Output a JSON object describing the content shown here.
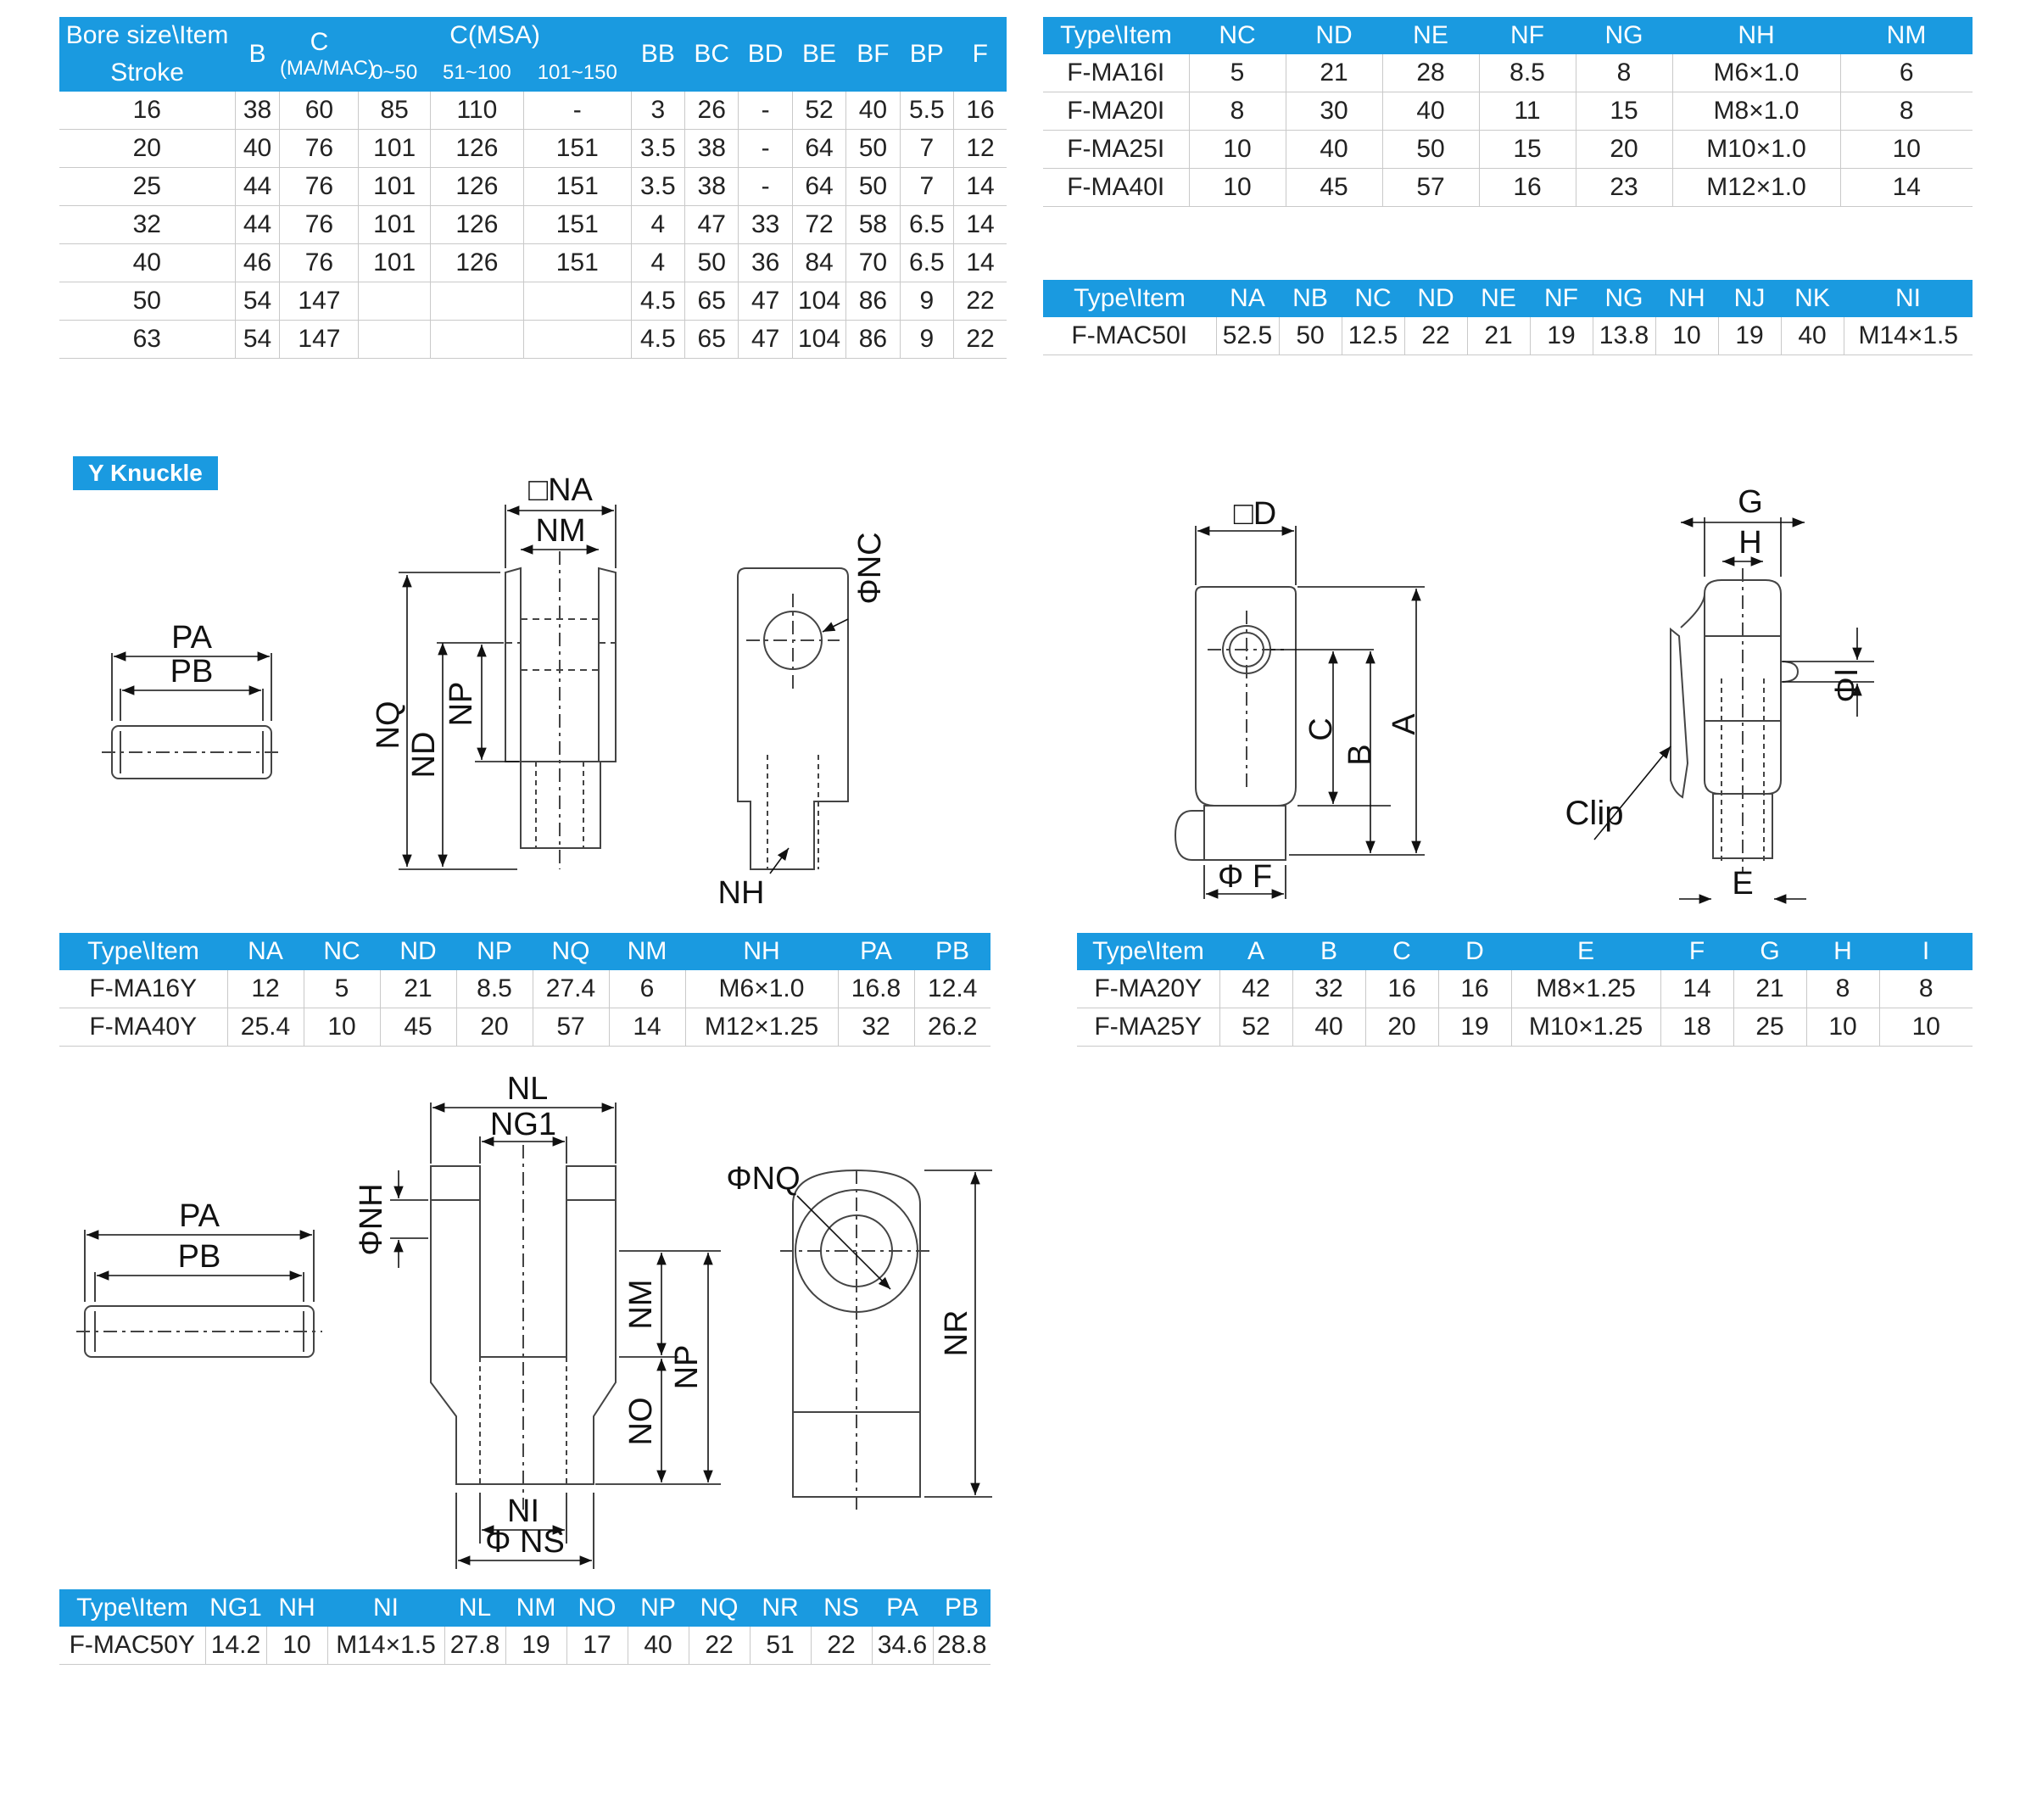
{
  "table_bore": {
    "head1": [
      "Bore size\\Item",
      "B",
      "C",
      "C(MSA)",
      "BB",
      "BC",
      "BD",
      "BE",
      "BF",
      "BP",
      "F"
    ],
    "head_c_sub": "(MA/MAC)",
    "head2": [
      "Stroke",
      "0~50",
      "51~100",
      "101~150"
    ],
    "rows": [
      [
        "16",
        "38",
        "60",
        "85",
        "110",
        "-",
        "3",
        "26",
        "-",
        "52",
        "40",
        "5.5",
        "16"
      ],
      [
        "20",
        "40",
        "76",
        "101",
        "126",
        "151",
        "3.5",
        "38",
        "-",
        "64",
        "50",
        "7",
        "12"
      ],
      [
        "25",
        "44",
        "76",
        "101",
        "126",
        "151",
        "3.5",
        "38",
        "-",
        "64",
        "50",
        "7",
        "14"
      ],
      [
        "32",
        "44",
        "76",
        "101",
        "126",
        "151",
        "4",
        "47",
        "33",
        "72",
        "58",
        "6.5",
        "14"
      ],
      [
        "40",
        "46",
        "76",
        "101",
        "126",
        "151",
        "4",
        "50",
        "36",
        "84",
        "70",
        "6.5",
        "14"
      ],
      [
        "50",
        "54",
        "147",
        "",
        "",
        "",
        "4.5",
        "65",
        "47",
        "104",
        "86",
        "9",
        "22"
      ],
      [
        "63",
        "54",
        "147",
        "",
        "",
        "",
        "4.5",
        "65",
        "47",
        "104",
        "86",
        "9",
        "22"
      ]
    ]
  },
  "table_i": {
    "head": [
      "Type\\Item",
      "NC",
      "ND",
      "NE",
      "NF",
      "NG",
      "NH",
      "NM"
    ],
    "rows": [
      [
        "F-MA16I",
        "5",
        "21",
        "28",
        "8.5",
        "8",
        "M6×1.0",
        "6"
      ],
      [
        "F-MA20I",
        "8",
        "30",
        "40",
        "11",
        "15",
        "M8×1.0",
        "8"
      ],
      [
        "F-MA25I",
        "10",
        "40",
        "50",
        "15",
        "20",
        "M10×1.0",
        "10"
      ],
      [
        "F-MA40I",
        "10",
        "45",
        "57",
        "16",
        "23",
        "M12×1.0",
        "14"
      ]
    ]
  },
  "table_mac50i": {
    "head": [
      "Type\\Item",
      "NA",
      "NB",
      "NC",
      "ND",
      "NE",
      "NF",
      "NG",
      "NH",
      "NJ",
      "NK",
      "NI"
    ],
    "rows": [
      [
        "F-MAC50I",
        "52.5",
        "50",
        "12.5",
        "22",
        "21",
        "19",
        "13.8",
        "10",
        "19",
        "40",
        "M14×1.5"
      ]
    ]
  },
  "section_badge": "Y Knuckle",
  "table_y1": {
    "head": [
      "Type\\Item",
      "NA",
      "NC",
      "ND",
      "NP",
      "NQ",
      "NM",
      "NH",
      "PA",
      "PB"
    ],
    "rows": [
      [
        "F-MA16Y",
        "12",
        "5",
        "21",
        "8.5",
        "27.4",
        "6",
        "M6×1.0",
        "16.8",
        "12.4"
      ],
      [
        "F-MA40Y",
        "25.4",
        "10",
        "45",
        "20",
        "57",
        "14",
        "M12×1.25",
        "32",
        "26.2"
      ]
    ]
  },
  "table_y2": {
    "head": [
      "Type\\Item",
      "A",
      "B",
      "C",
      "D",
      "E",
      "F",
      "G",
      "H",
      "I"
    ],
    "rows": [
      [
        "F-MA20Y",
        "42",
        "32",
        "16",
        "16",
        "M8×1.25",
        "14",
        "21",
        "8",
        "8"
      ],
      [
        "F-MA25Y",
        "52",
        "40",
        "20",
        "19",
        "M10×1.25",
        "18",
        "25",
        "10",
        "10"
      ]
    ]
  },
  "table_mac50y": {
    "head": [
      "Type\\Item",
      "NG1",
      "NH",
      "NI",
      "NL",
      "NM",
      "NO",
      "NP",
      "NQ",
      "NR",
      "NS",
      "PA",
      "PB"
    ],
    "rows": [
      [
        "F-MAC50Y",
        "14.2",
        "10",
        "M14×1.5",
        "27.8",
        "19",
        "17",
        "40",
        "22",
        "51",
        "22",
        "34.6",
        "28.8"
      ]
    ]
  },
  "dims_y1": {
    "pa": "PA",
    "pb": "PB",
    "na": "□NA",
    "nm": "NM",
    "nq": "NQ",
    "nd": "ND",
    "np": "NP",
    "nc": "ΦNC",
    "nh": "NH"
  },
  "dims_y2": {
    "d": "□D",
    "c": "C",
    "b": "B",
    "a": "A",
    "f": "Φ F",
    "g": "G",
    "h": "H",
    "i": "ΦI",
    "clip": "Clip",
    "e": "E"
  },
  "dims_y3": {
    "pa": "PA",
    "pb": "PB",
    "nl": "NL",
    "ng1": "NG1",
    "nh": "ΦNH",
    "nm": "NM",
    "np": "NP",
    "no": "NO",
    "ni": "NI",
    "ns": "Φ NS",
    "nq": "ΦNQ",
    "nr": "NR"
  }
}
